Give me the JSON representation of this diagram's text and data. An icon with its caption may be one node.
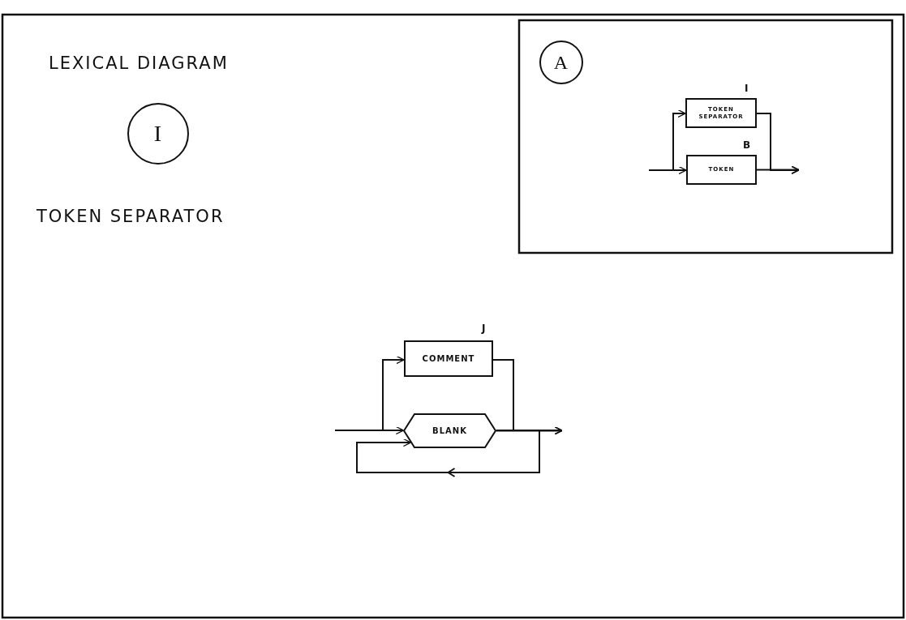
{
  "diagram": {
    "title": "LEXICAL DIAGRAM",
    "nodes": [
      {
        "text": [
          "A"
        ]
      },
      {
        "text": [
          "TOKEN SEPARATOR"
        ],
        "beside": [
          "I"
        ]
      },
      {
        "text": [
          "TOKEN"
        ],
        "beside": [
          "B"
        ]
      },
      {
        "text": [
          "I"
        ]
      },
      {
        "text": [
          "COMMENT"
        ],
        "beside": [
          "J"
        ]
      },
      {
        "text": [
          "BLANK"
        ]
      }
    ],
    "edges": [
      {
        "from": null,
        "to": 1,
        "arrow": "to"
      },
      {
        "from": null,
        "to": 2,
        "arrow": "to"
      },
      {
        "from": 1,
        "to": null,
        "arrow": "to"
      },
      {
        "from": 2,
        "to": null,
        "arrow": "to"
      },
      {
        "from": null,
        "to": 4,
        "arrow": "to"
      },
      {
        "from": null,
        "to": 5,
        "arrow": "to"
      },
      {
        "from": 4,
        "to": null,
        "arrow": "to"
      },
      {
        "from": 5,
        "to": null,
        "arrow": "to"
      },
      {
        "from": 5,
        "to": 5,
        "arrow": "to"
      }
    ],
    "labels": [
      "TOKEN SEPARATOR"
    ]
  }
}
